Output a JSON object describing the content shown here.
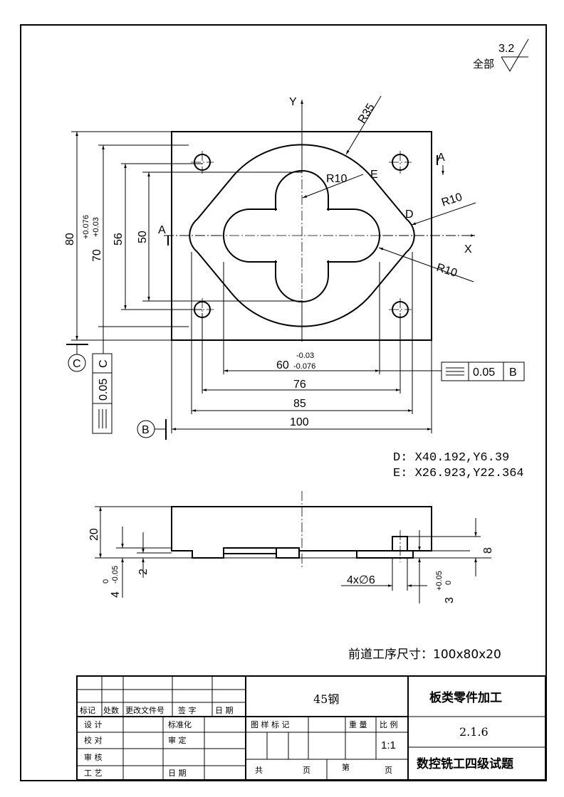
{
  "roughness": {
    "value": "3.2",
    "label": "全部"
  },
  "axes": {
    "y": "Y",
    "x": "X"
  },
  "section_marks": {
    "a": "A",
    "b": "B",
    "c": "C"
  },
  "points": {
    "d": "D",
    "e": "E"
  },
  "radii": {
    "r35": "R35",
    "r10_top": "R10",
    "r10_right": "R10",
    "r10_lower": "R10"
  },
  "dims": {
    "d80": "80",
    "d70": "70",
    "d70_upper": "+0.076",
    "d70_lower": "+0.03",
    "d56": "56",
    "d50": "50",
    "d60": "60",
    "d60_upper": "-0.03",
    "d60_lower": "-0.076",
    "d76": "76",
    "d85": "85",
    "d100": "100",
    "d20": "20",
    "d4": "4",
    "d4_upper": "0",
    "d4_lower": "-0.05",
    "d2": "2",
    "d8": "8",
    "d3": "3",
    "d3_upper": "+0.05",
    "d3_lower": "0",
    "holes": "4x∅6"
  },
  "tolerances": {
    "sym_b": {
      "symbol": "⌯",
      "value": "0.05",
      "datum": "B"
    },
    "sym_c": {
      "symbol": "⌯",
      "value": "0.05",
      "datum": "C"
    }
  },
  "coords": {
    "d": "D: X40.192,Y6.39",
    "e": "E: X26.923,Y22.364"
  },
  "prior_size": "前道工序尺寸：100x80x20",
  "title_block": {
    "rev_headers": [
      "标记",
      "处数",
      "更改文件号",
      "签 字",
      "日 期"
    ],
    "material": "45钢",
    "part_name": "板类零件加工",
    "drawing_no": "2.1.6",
    "exam_title": "数控铣工四级试题",
    "rows": {
      "design": "设 计",
      "standard": "标准化",
      "check": "校 对",
      "approve": "审 定",
      "review": "审 核",
      "process": "工 艺",
      "date": "日 期"
    },
    "pattern_mark": "图 样 标 记",
    "weight": "重 量",
    "scale_label": "比 例",
    "scale": "1:1",
    "total_pages": "共",
    "page_suffix1": "页",
    "page_no": "第",
    "page_suffix2": "页"
  }
}
